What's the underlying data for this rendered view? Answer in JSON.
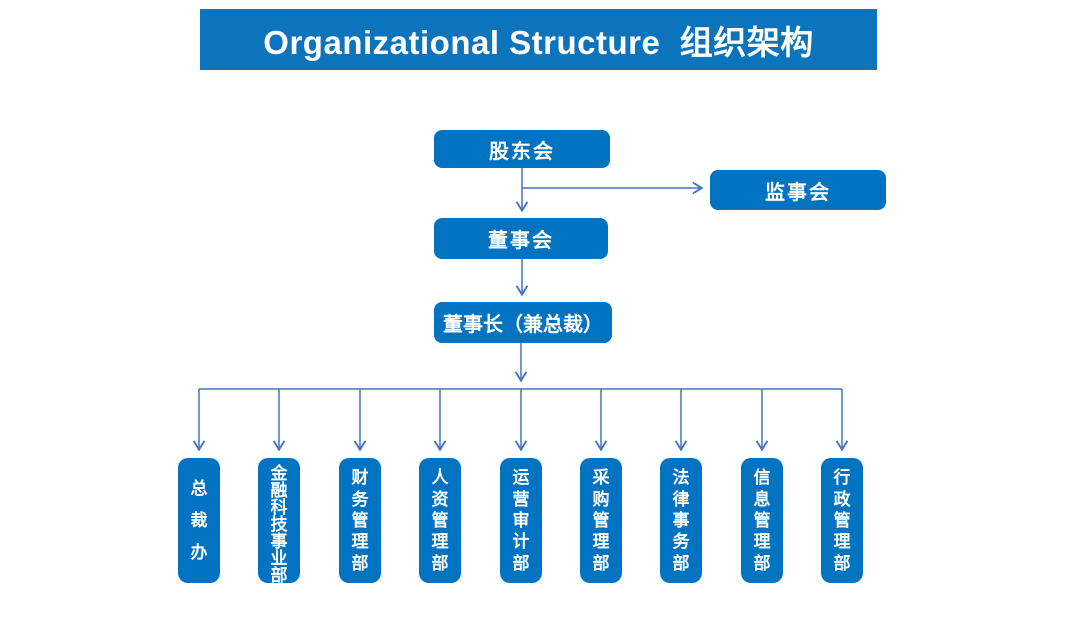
{
  "title": "Organizational Structure  组织架构",
  "colors": {
    "title_blue": "#0b74bd",
    "box_blue": "#0173c1",
    "connector_blue": "#4472c4",
    "text_white": "#ffffff"
  },
  "nodes": {
    "shareholders": "股东会",
    "supervisory": "监事会",
    "board": "董事会",
    "chairman": "董事长（兼总裁）"
  },
  "departments": [
    "总裁办",
    "金融科技事业部",
    "财务管理部",
    "人资管理部",
    "运营审计部",
    "采购管理部",
    "法律事务部",
    "信息管理部",
    "行政管理部"
  ]
}
